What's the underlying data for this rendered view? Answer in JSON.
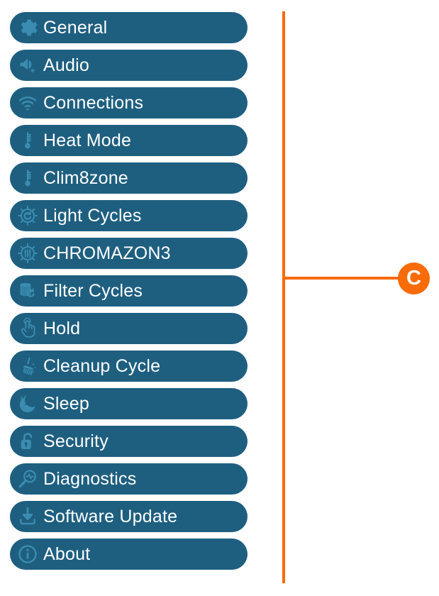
{
  "theme": {
    "page_background": "#ffffff",
    "pill_background": "#1e5f80",
    "pill_label_color": "#ffffff",
    "icon_color": "#3a8cb0",
    "callout_color": "#f96b07"
  },
  "menu": {
    "items": [
      {
        "label": "General",
        "icon": "gear-icon"
      },
      {
        "label": "Audio",
        "icon": "speaker-gear-icon"
      },
      {
        "label": "Connections",
        "icon": "wifi-icon"
      },
      {
        "label": "Heat Mode",
        "icon": "thermometer-icon"
      },
      {
        "label": "Clim8zone",
        "icon": "thermometer-icon"
      },
      {
        "label": "Light Cycles",
        "icon": "sun-refresh-icon"
      },
      {
        "label": "CHROMAZON3",
        "icon": "sun-sliders-icon"
      },
      {
        "label": "Filter Cycles",
        "icon": "filter-refresh-icon"
      },
      {
        "label": "Hold",
        "icon": "hand-touch-icon"
      },
      {
        "label": "Cleanup Cycle",
        "icon": "broom-icon"
      },
      {
        "label": "Sleep",
        "icon": "moon-zzz-icon"
      },
      {
        "label": "Security",
        "icon": "padlock-open-icon"
      },
      {
        "label": "Diagnostics",
        "icon": "magnifier-pulse-icon"
      },
      {
        "label": "Software Update",
        "icon": "download-tray-icon"
      },
      {
        "label": "About",
        "icon": "info-circle-icon"
      }
    ]
  },
  "callout": {
    "letter": "C"
  }
}
